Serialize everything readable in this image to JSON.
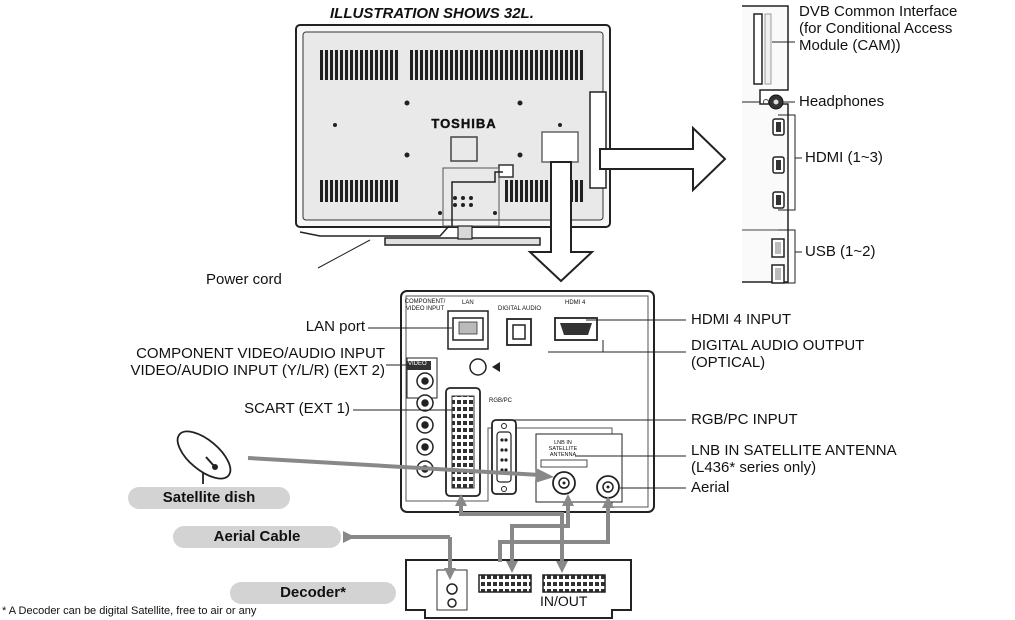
{
  "title": "ILLUSTRATION SHOWS 32L.",
  "tv": {
    "brand": "TOSHIBA"
  },
  "panel": {
    "port_tags": {
      "component": "COMPONENT/ VIDEO INPUT",
      "lan": "LAN",
      "digital_audio": "DIGITAL AUDIO",
      "hdmi4": "HDMI 4",
      "rgb_pc": "RGB/PC",
      "lnb": "LNB IN SATELLITE ANTENNA",
      "video": "VIDEO"
    }
  },
  "decoder": {
    "in_out": "IN/OUT"
  },
  "side_labels": {
    "dvb": [
      "DVB Common Interface",
      "(for Conditional Access",
      "Module (CAM))"
    ],
    "headphones": "Headphones",
    "hdmi": "HDMI (1~3)",
    "usb": "USB (1~2)"
  },
  "labels": {
    "power_cord": "Power cord",
    "lan_port": "LAN port",
    "component": [
      "COMPONENT VIDEO/AUDIO INPUT",
      "VIDEO/AUDIO INPUT (Y/L/R) (EXT 2)"
    ],
    "scart": "SCART (EXT 1)",
    "hdmi4_input": "HDMI 4 INPUT",
    "digital_audio_output": [
      "DIGITAL AUDIO OUTPUT",
      "(OPTICAL)"
    ],
    "rgb_pc_input": "RGB/PC INPUT",
    "lnb": [
      "LNB IN SATELLITE ANTENNA",
      "(L436* series only)"
    ],
    "aerial": "Aerial"
  },
  "pills": {
    "satellite_dish": "Satellite dish",
    "aerial_cable": "Aerial Cable",
    "decoder": "Decoder*"
  },
  "footnote": "* A Decoder can be digital Satellite, free to air or any"
}
